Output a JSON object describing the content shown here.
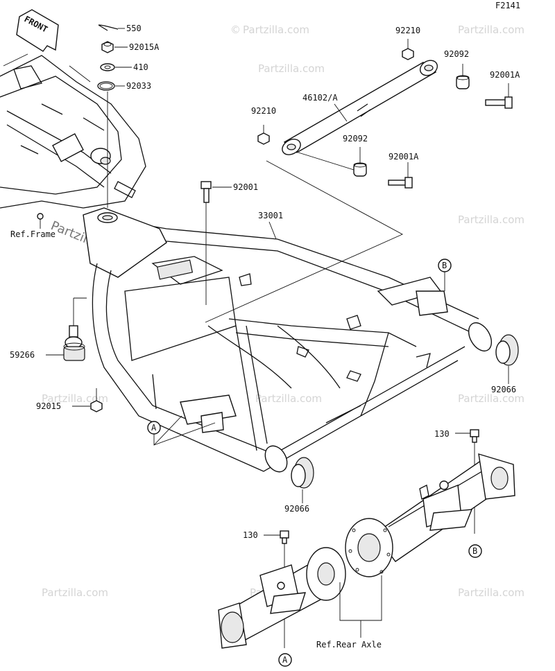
{
  "diagram_code": "F2141",
  "front_arrow_label": "FRONT",
  "watermark_text": "Partzilla.com",
  "ref_frame_label": "Ref.Frame",
  "ref_rear_axle_label": "Ref.Rear Axle",
  "circle_a": "A",
  "circle_b": "B",
  "parts": {
    "p550": "550",
    "p92015A": "92015A",
    "p410": "410",
    "p92033": "92033",
    "p92210_top": "92210",
    "p92092_top": "92092",
    "p92001A_top": "92001A",
    "p46102A": "46102/A",
    "p92210_mid": "92210",
    "p92092_mid": "92092",
    "p92001A_mid": "92001A",
    "p92001": "92001",
    "p33001": "33001",
    "p59266": "59266",
    "p92015": "92015",
    "p92066_right": "92066",
    "p92066_bottom": "92066",
    "p130_right": "130",
    "p130_left": "130"
  },
  "colors": {
    "line": "#111111",
    "watermark": "#d4d4d4",
    "background": "#ffffff"
  }
}
